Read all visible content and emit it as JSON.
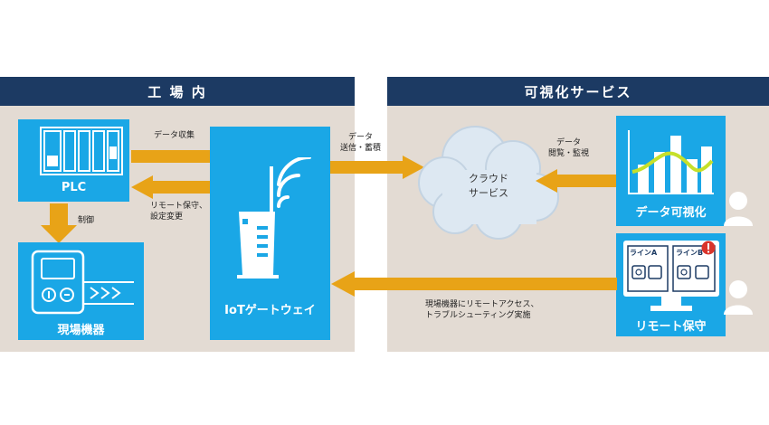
{
  "factory": {
    "title": "工 場 内",
    "plc_label": "PLC",
    "equipment_label": "現場機器",
    "gateway_label": "IoTゲートウェイ",
    "control_label": "制御",
    "collect_label": "データ収集",
    "remote_label_line1": "リモート保守、",
    "remote_label_line2": "設定変更"
  },
  "service": {
    "title": "可視化サービス",
    "cloud_line1": "クラウド",
    "cloud_line2": "サービス",
    "visualize_label": "データ可視化",
    "remote_maint_label": "リモート保守",
    "view_line1": "データ",
    "view_line2": "閲覧・監視",
    "line_a": "ラインA",
    "line_b": "ラインB",
    "access_line1": "現場機器にリモートアクセス、",
    "access_line2": "トラブルシューティング実施"
  },
  "middle": {
    "send_line1": "データ",
    "send_line2": "送信・蓄積"
  },
  "colors": {
    "header": "#1c3a63",
    "panel": "#e3dbd3",
    "box": "#1aa7e6",
    "arrow": "#e8a317",
    "chart_line": "#c6e02a"
  }
}
